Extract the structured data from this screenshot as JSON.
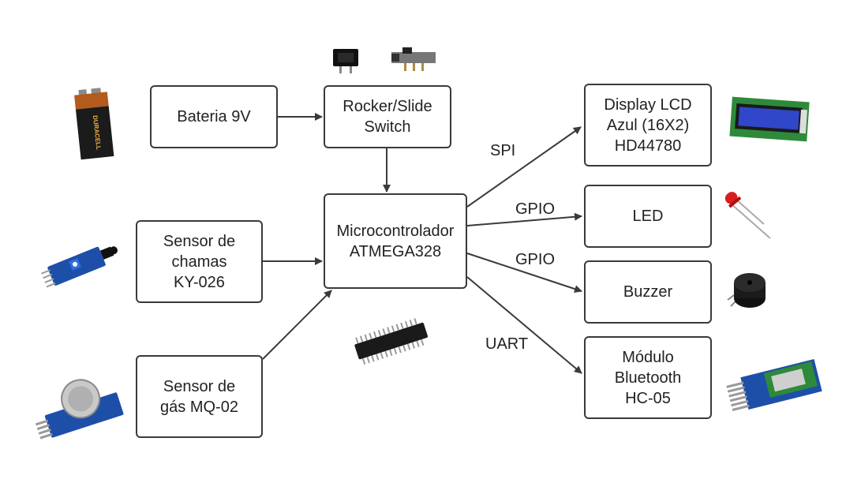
{
  "nodes": {
    "battery": "Bateria 9V",
    "switch": "Rocker/Slide\nSwitch",
    "mcu": "Microcontrolador\nATMEGA328",
    "flame": "Sensor de\nchamas\nKY-026",
    "gas": "Sensor de\ngás MQ-02",
    "lcd": "Display LCD\nAzul (16X2)\nHD44780",
    "led": "LED",
    "buzzer": "Buzzer",
    "bluetooth": "Módulo\nBluetooth\nHC-05"
  },
  "edges": {
    "lcd": "SPI",
    "led": "GPIO",
    "buzzer": "GPIO",
    "bluetooth": "UART"
  },
  "pictures": {
    "battery_brand": "DURACELL"
  },
  "colors": {
    "stroke": "#3a3a3a",
    "text": "#222222",
    "lcd_screen": "#2f47c8",
    "module_board": "#1e4fa8",
    "led_red": "#d81e1e"
  }
}
